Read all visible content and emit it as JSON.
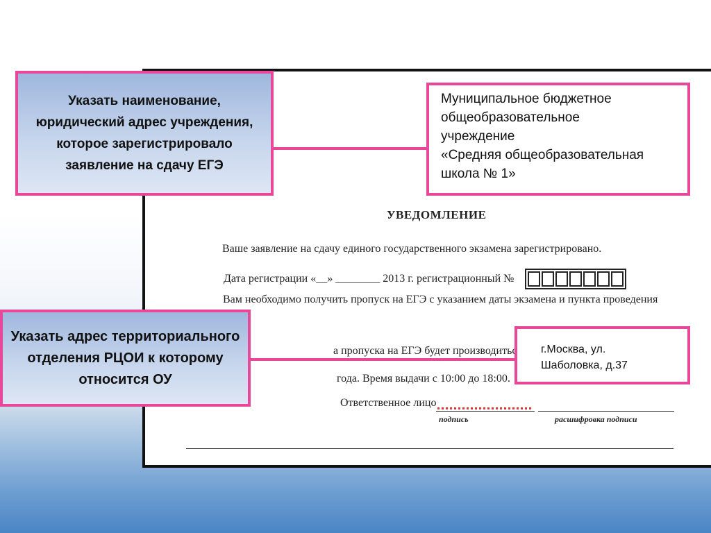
{
  "document": {
    "title": "УВЕДОМЛЕНИЕ",
    "line1": "Ваше заявление на сдачу единого государственного экзамена зарегистрировано.",
    "line2": "Дата регистрации «__» ________ 2013 г. регистрационный №",
    "line3": "Вам необходимо получить пропуск на ЕГЭ с указанием даты экзамена и пункта проведения",
    "line4": "а пропуска на ЕГЭ будет производиться по адрес",
    "line5": "года. Время выдачи с 10:00 до 18:00.",
    "line6": "Ответственное лицо",
    "sig_label1": "подпись",
    "sig_label2": "расшифровка подписи"
  },
  "callouts": {
    "institution_hint": "Указать наименование, юридический адрес учреждения, которое зарегистрировало заявление на сдачу ЕГЭ",
    "rcoi_hint": "Указать адрес территориального отделения РЦОИ к которому относится ОУ"
  },
  "examples": {
    "institution_name": "Муниципальное бюджетное\nобщеобразовательное\nучреждение\n«Средняя общеобразовательная\nшкола  № 1»",
    "rcoi_address": "г.Москва, ул.\nШаболовка, д.37"
  },
  "colors": {
    "accent_border": "#e8479a",
    "callout_fill": "#c6d5ec"
  }
}
